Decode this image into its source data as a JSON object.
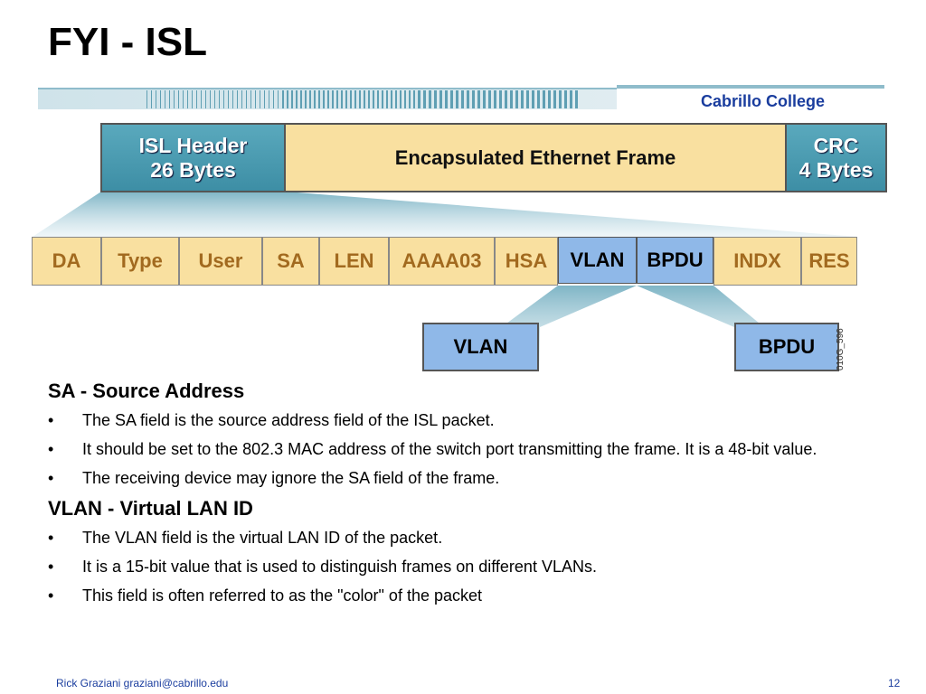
{
  "slide": {
    "title": "FYI - ISL",
    "brand": "Cabrillo College",
    "figure_id": "010G_596"
  },
  "frame": {
    "isl_header": [
      "ISL Header",
      "26 Bytes"
    ],
    "encapsulated": "Encapsulated Ethernet Frame",
    "crc": [
      "CRC",
      "4 Bytes"
    ]
  },
  "fields": [
    "DA",
    "Type",
    "User",
    "SA",
    "LEN",
    "AAAA03",
    "HSA",
    "VLAN",
    "BPDU",
    "INDX",
    "RES"
  ],
  "callouts": {
    "vlan": "VLAN",
    "bpdu": "BPDU"
  },
  "sections": [
    {
      "heading": "SA - Source Address",
      "bullets": [
        "The SA field is the source address field of the ISL packet.",
        "It should be set to the 802.3 MAC address of the switch port transmitting the frame. It is a 48-bit value.",
        "The receiving device may ignore the SA field of the frame."
      ]
    },
    {
      "heading": "VLAN - Virtual LAN ID",
      "bullets": [
        "The VLAN field is the virtual LAN ID of the packet.",
        "It is a 15-bit value that is used to distinguish frames on different VLANs.",
        "This field is often referred to as the \"color\" of the packet"
      ]
    }
  ],
  "bullet_glyph": "•",
  "footer": {
    "author": "Rick Graziani  graziani@cabrillo.edu",
    "page": "12"
  }
}
